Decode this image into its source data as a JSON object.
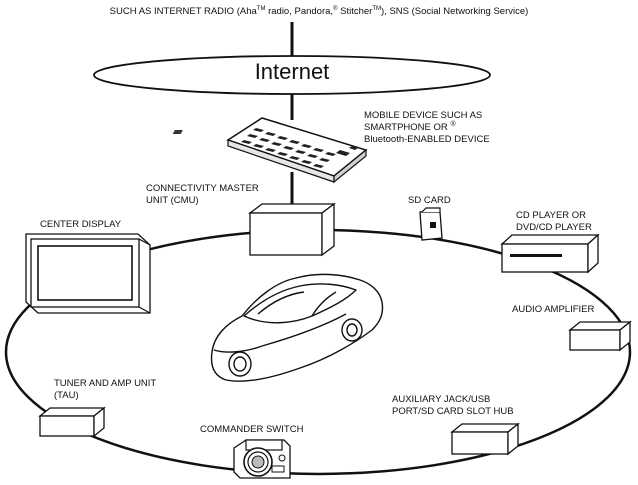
{
  "top_caption": {
    "part1": "SUCH AS INTERNET RADIO (Aha",
    "tm1": "TM",
    "part2": " radio, Pandora,",
    "reg": "®",
    "part3": " Stitcher",
    "tm2": "TM",
    "part4": "), SNS (Social Networking Service)"
  },
  "internet_label": "Internet",
  "mobile_device": {
    "line1": "MOBILE DEVICE SUCH AS",
    "line2": "SMARTPHONE OR",
    "line3": "Bluetooth-ENABLED DEVICE",
    "reg_mark": "®"
  },
  "cmu": {
    "line1": "CONNECTIVITY MASTER",
    "line2": "UNIT (CMU)"
  },
  "sd_card": "SD CARD",
  "cd_player": {
    "line1": "CD PLAYER OR",
    "line2": "DVD/CD PLAYER"
  },
  "center_display": "CENTER DISPLAY",
  "audio_amplifier": "AUDIO AMPLIFIER",
  "tuner": {
    "line1": "TUNER AND AMP UNIT",
    "line2": "(TAU)"
  },
  "aux_hub": {
    "line1": "AUXILIARY JACK/USB",
    "line2": "PORT/SD CARD SLOT HUB"
  },
  "commander_switch": "COMMANDER SWITCH"
}
